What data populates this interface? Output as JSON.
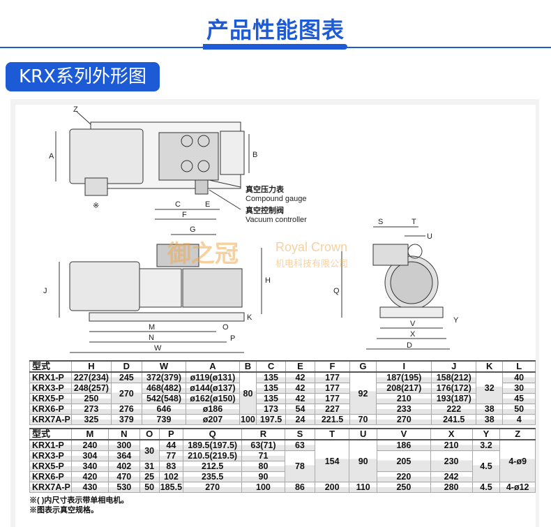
{
  "header": {
    "title": "产品性能图表",
    "badge": "KRX系列外形图"
  },
  "drawing": {
    "labels": {
      "Z": "Z",
      "A": "A",
      "B": "B",
      "C": "C",
      "E": "E",
      "F": "F",
      "G": "G",
      "mark": "※",
      "H": "H",
      "J": "J",
      "K": "K",
      "M": "M",
      "N": "N",
      "O": "O",
      "W": "W",
      "P": "P",
      "S": "S",
      "T": "T",
      "U": "U",
      "Q": "Q",
      "V": "V",
      "X": "X",
      "D": "D",
      "Y": "Y"
    },
    "gauge_cn": "真空压力表",
    "gauge_en": "Compound gauge",
    "controller_cn": "真空控制阀",
    "controller_en": "Vacuum controller"
  },
  "watermark": {
    "brand_cn": "御之冠",
    "brand_en": "Royal Crown",
    "company": "机电科技有限公司"
  },
  "table1": {
    "headers": [
      "型式",
      "H",
      "D",
      "W",
      "A",
      "B",
      "C",
      "E",
      "F",
      "G",
      "I",
      "J",
      "K",
      "L"
    ],
    "rows": [
      [
        "KRX1-P",
        "227(234)",
        "245",
        "372(379)",
        "ø119(ø131)",
        {
          "v": "80",
          "rs": 4
        },
        "135",
        "42",
        "177",
        {
          "v": "92",
          "rs": 4
        },
        "187(195)",
        "158(212)",
        {
          "v": "32",
          "rs": 3
        },
        "40"
      ],
      [
        "KRX3-P",
        "248(257)",
        {
          "v": "270",
          "rs": 2
        },
        "468(482)",
        "ø144(ø137)",
        "135",
        "42",
        "177",
        "208(217)",
        "176(172)",
        "30"
      ],
      [
        "KRX5-P",
        "250",
        "542(548)",
        "ø162(ø150)",
        "135",
        "42",
        "177",
        "210",
        "193(187)",
        "45"
      ],
      [
        "KRX6-P",
        "273",
        "276",
        "646",
        "ø186",
        "173",
        "54",
        "227",
        "233",
        "222",
        "38",
        "50"
      ],
      [
        "KRX7A-P",
        "325",
        "379",
        "739",
        "ø207",
        "100",
        "197.5",
        "24",
        "221.5",
        "70",
        "270",
        "241.5",
        "38",
        "4"
      ]
    ]
  },
  "table2": {
    "headers": [
      "型式",
      "M",
      "N",
      "O",
      "P",
      "Q",
      "R",
      "S",
      "T",
      "U",
      "V",
      "X",
      "Y",
      "Z"
    ],
    "rows": [
      [
        "KRX1-P",
        "240",
        "300",
        {
          "v": "30",
          "rs": 2
        },
        "44",
        "189.5(197.5)",
        "63(71)",
        "63",
        {
          "v": "154",
          "rs": 4
        },
        {
          "v": "90",
          "rs": 4
        },
        "186",
        "210",
        "3.2",
        {
          "v": "4-ø9",
          "rs": 4
        }
      ],
      [
        "KRX3-P",
        "304",
        "364",
        "77",
        "210.5(219.5)",
        "71",
        {
          "v": "78",
          "rs": 3
        },
        {
          "v": "205",
          "rs": 2
        },
        {
          "v": "230",
          "rs": 2
        },
        {
          "v": "4.5",
          "rs": 3
        }
      ],
      [
        "KRX5-P",
        "340",
        "402",
        "31",
        "83",
        "212.5",
        "80"
      ],
      [
        "KRX6-P",
        "420",
        "470",
        "25",
        "102",
        "235.5",
        "90",
        "220",
        "242"
      ],
      [
        "KRX7A-P",
        "430",
        "530",
        "50",
        "185.5",
        "270",
        "100",
        "86",
        "200",
        "110",
        "250",
        "280",
        "4.5",
        "4-ø12"
      ]
    ]
  },
  "notes": [
    "※( )内尺寸表示带单相电机。",
    "※图表示真空规格。"
  ]
}
